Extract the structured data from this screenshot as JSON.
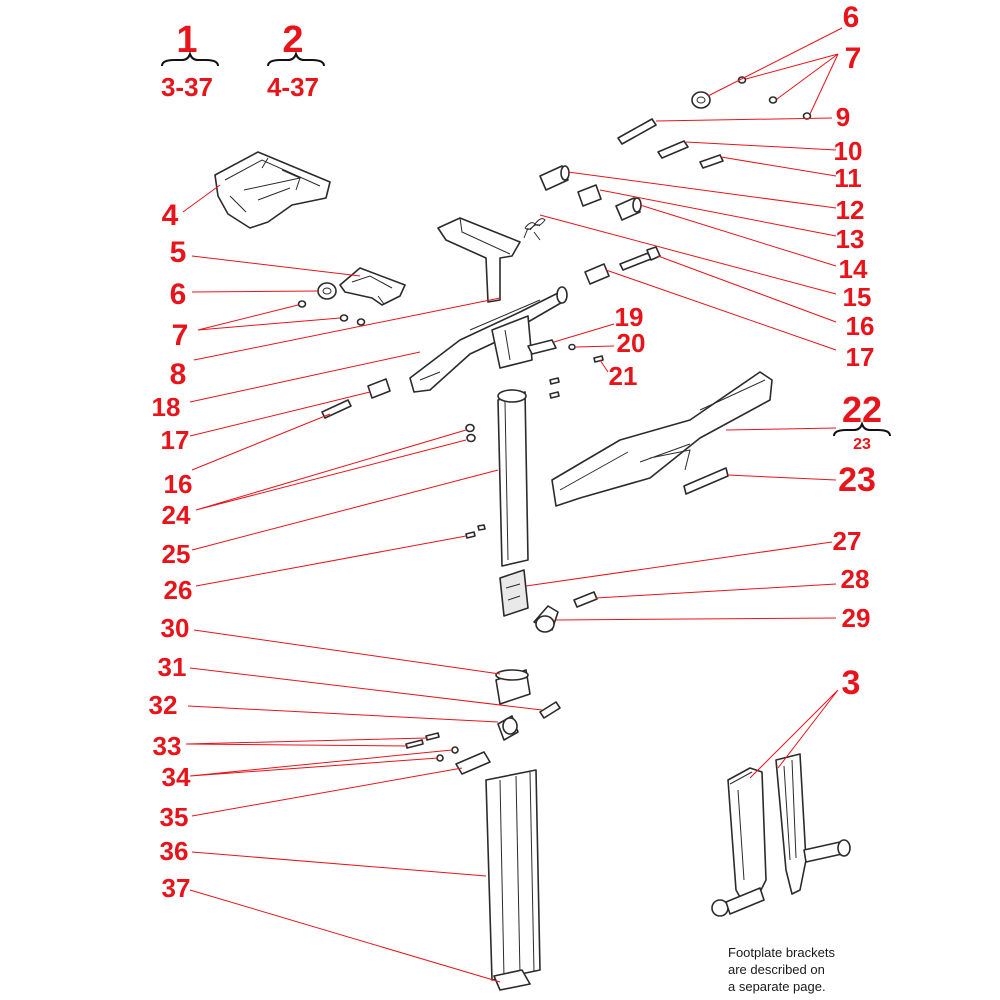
{
  "groups": [
    {
      "top": "1",
      "bottom": "3-37"
    },
    {
      "top": "2",
      "bottom": "4-37"
    },
    {
      "top": "22",
      "bottom": "23"
    }
  ],
  "labels": {
    "l3": "3",
    "l4": "4",
    "l5": "5",
    "l6a": "6",
    "l6b": "6",
    "l7a": "7",
    "l7b": "7",
    "l8": "8",
    "l9": "9",
    "l10": "10",
    "l11": "11",
    "l12": "12",
    "l13": "13",
    "l14": "14",
    "l15": "15",
    "l16a": "16",
    "l16b": "16",
    "l17a": "17",
    "l17b": "17",
    "l18": "18",
    "l19": "19",
    "l20": "20",
    "l21": "21",
    "l23": "23",
    "l24": "24",
    "l25": "25",
    "l26": "26",
    "l27": "27",
    "l28": "28",
    "l29": "29",
    "l30": "30",
    "l31": "31",
    "l32": "32",
    "l33": "33",
    "l34": "34",
    "l35": "35",
    "l36": "36",
    "l37": "37"
  },
  "note": "Footplate brackets\nare described on\na separate page.",
  "colors": {
    "label": "#e8141b",
    "line": "#2b2b2b"
  }
}
